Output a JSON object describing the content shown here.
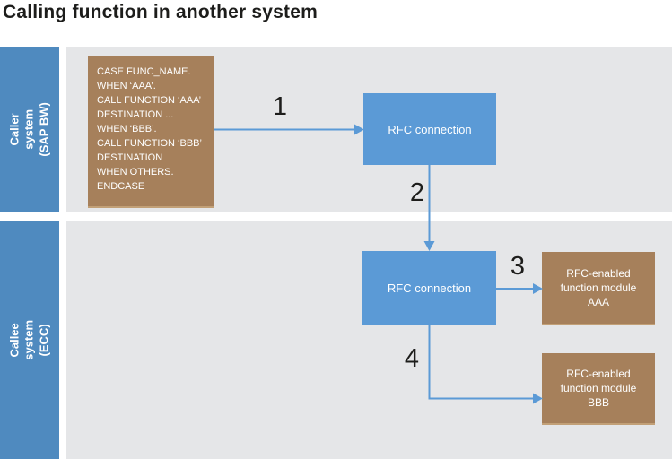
{
  "title": "Calling function in another system",
  "colors": {
    "band_background": "#e5e6e8",
    "sidebar_blue": "#4f8abf",
    "node_blue": "#5b9ad6",
    "node_brown": "#a6805b",
    "arrow_blue": "#5b9ad6",
    "text_dark": "#1d1d1b",
    "text_light": "#ffffff"
  },
  "bands": {
    "caller": {
      "label": "Caller system\n(SAP BW)"
    },
    "callee": {
      "label": "Callee system (ECC)"
    }
  },
  "code_box": {
    "text": "CASE FUNC_NAME.\nWHEN ‘AAA’.\nCALL FUNCTION ‘AAA’\nDESTINATION ...\nWHEN ‘BBB’.\nCALL FUNCTION ‘BBB’\nDESTINATION\nWHEN OTHERS.\nENDCASE"
  },
  "nodes": {
    "rfc_top": "RFC connection",
    "rfc_bottom": "RFC connection",
    "module_aaa": "RFC-enabled\nfunction module\nAAA",
    "module_bbb": "RFC-enabled\nfunction module\nBBB"
  },
  "steps": {
    "step1": "1",
    "step2": "2",
    "step3": "3",
    "step4": "4"
  }
}
